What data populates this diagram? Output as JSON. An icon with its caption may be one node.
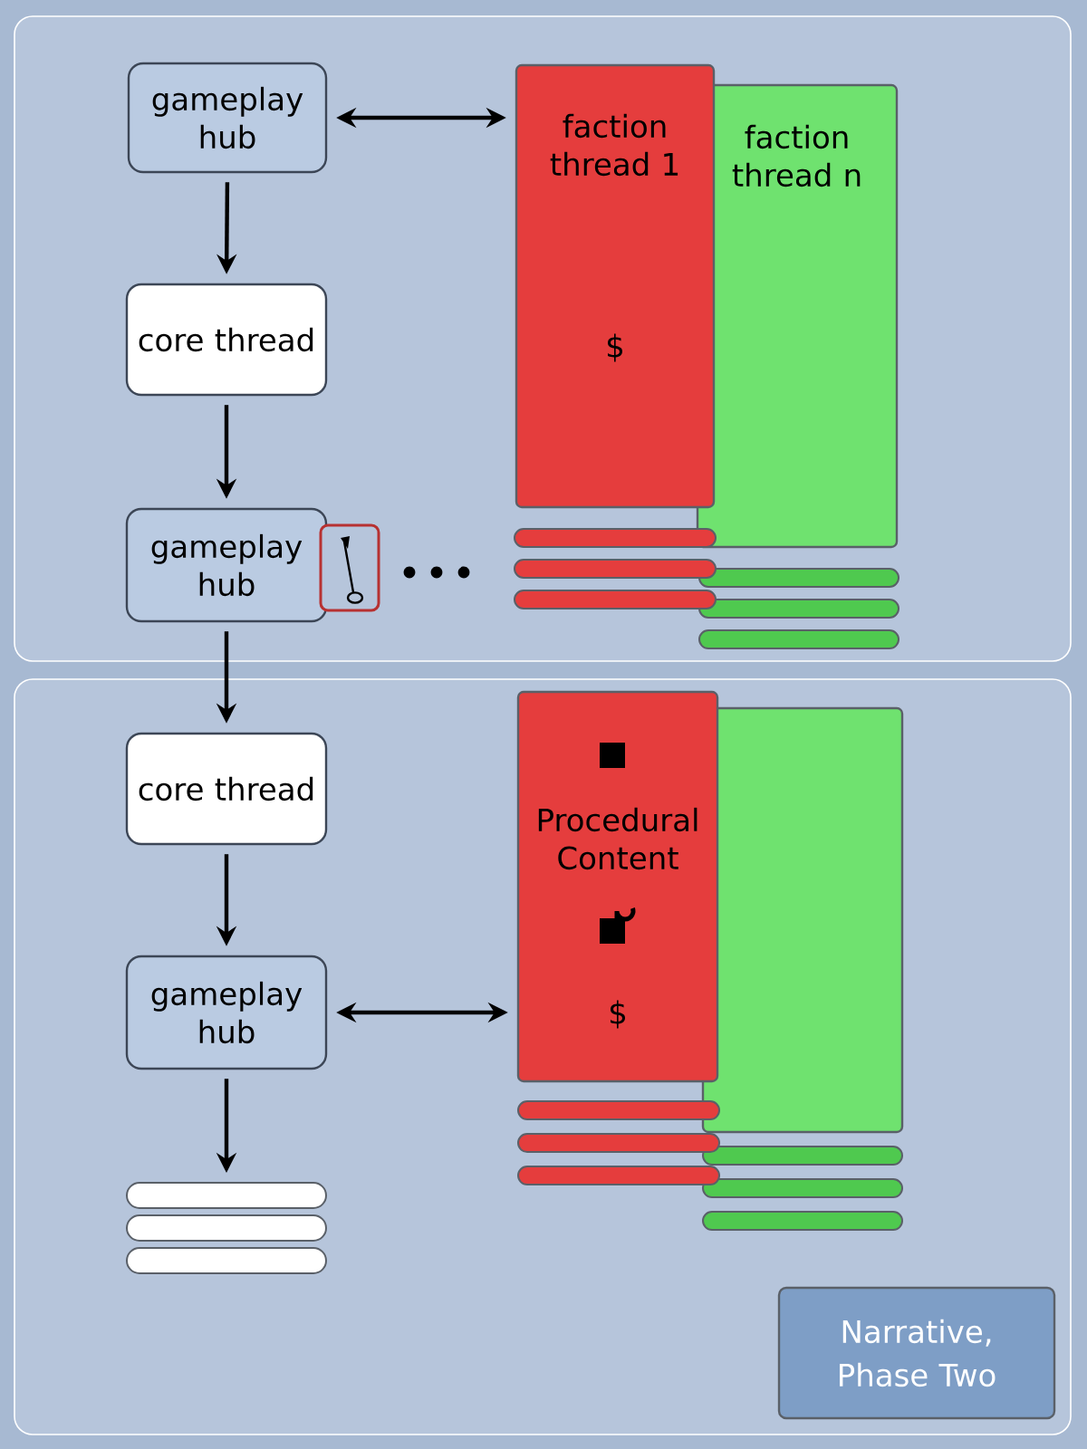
{
  "diagram": {
    "title": "Narrative, Phase Two",
    "nodes": [
      {
        "text": [
          "gameplay hub"
        ]
      },
      {
        "text": [
          "core thread"
        ]
      },
      {
        "text": [
          "gameplay hub"
        ]
      },
      {
        "text": [
          "core thread"
        ]
      },
      {
        "text": [
          "gameplay hub"
        ]
      },
      {
        "text": [
          "faction thread 1",
          "$"
        ]
      },
      {
        "text": [
          "faction thread n"
        ]
      },
      {
        "text": [
          "Procedural Content",
          "$"
        ]
      },
      {
        "text": [],
        "shape": "box"
      },
      {
        "text": [],
        "shape": "bar"
      },
      {
        "text": [],
        "shape": "bar"
      },
      {
        "text": [],
        "shape": "bar"
      }
    ],
    "edges": [
      {
        "from": 0,
        "to": 5,
        "arrow": "both"
      },
      {
        "from": 0,
        "to": 1,
        "arrow": "to"
      },
      {
        "from": 1,
        "to": 2,
        "arrow": "to"
      },
      {
        "from": 2,
        "to": 3,
        "arrow": "to"
      },
      {
        "from": 3,
        "to": 4,
        "arrow": "to"
      },
      {
        "from": 4,
        "to": 7,
        "arrow": "both"
      },
      {
        "from": 4,
        "to": 9,
        "arrow": "to"
      }
    ]
  }
}
